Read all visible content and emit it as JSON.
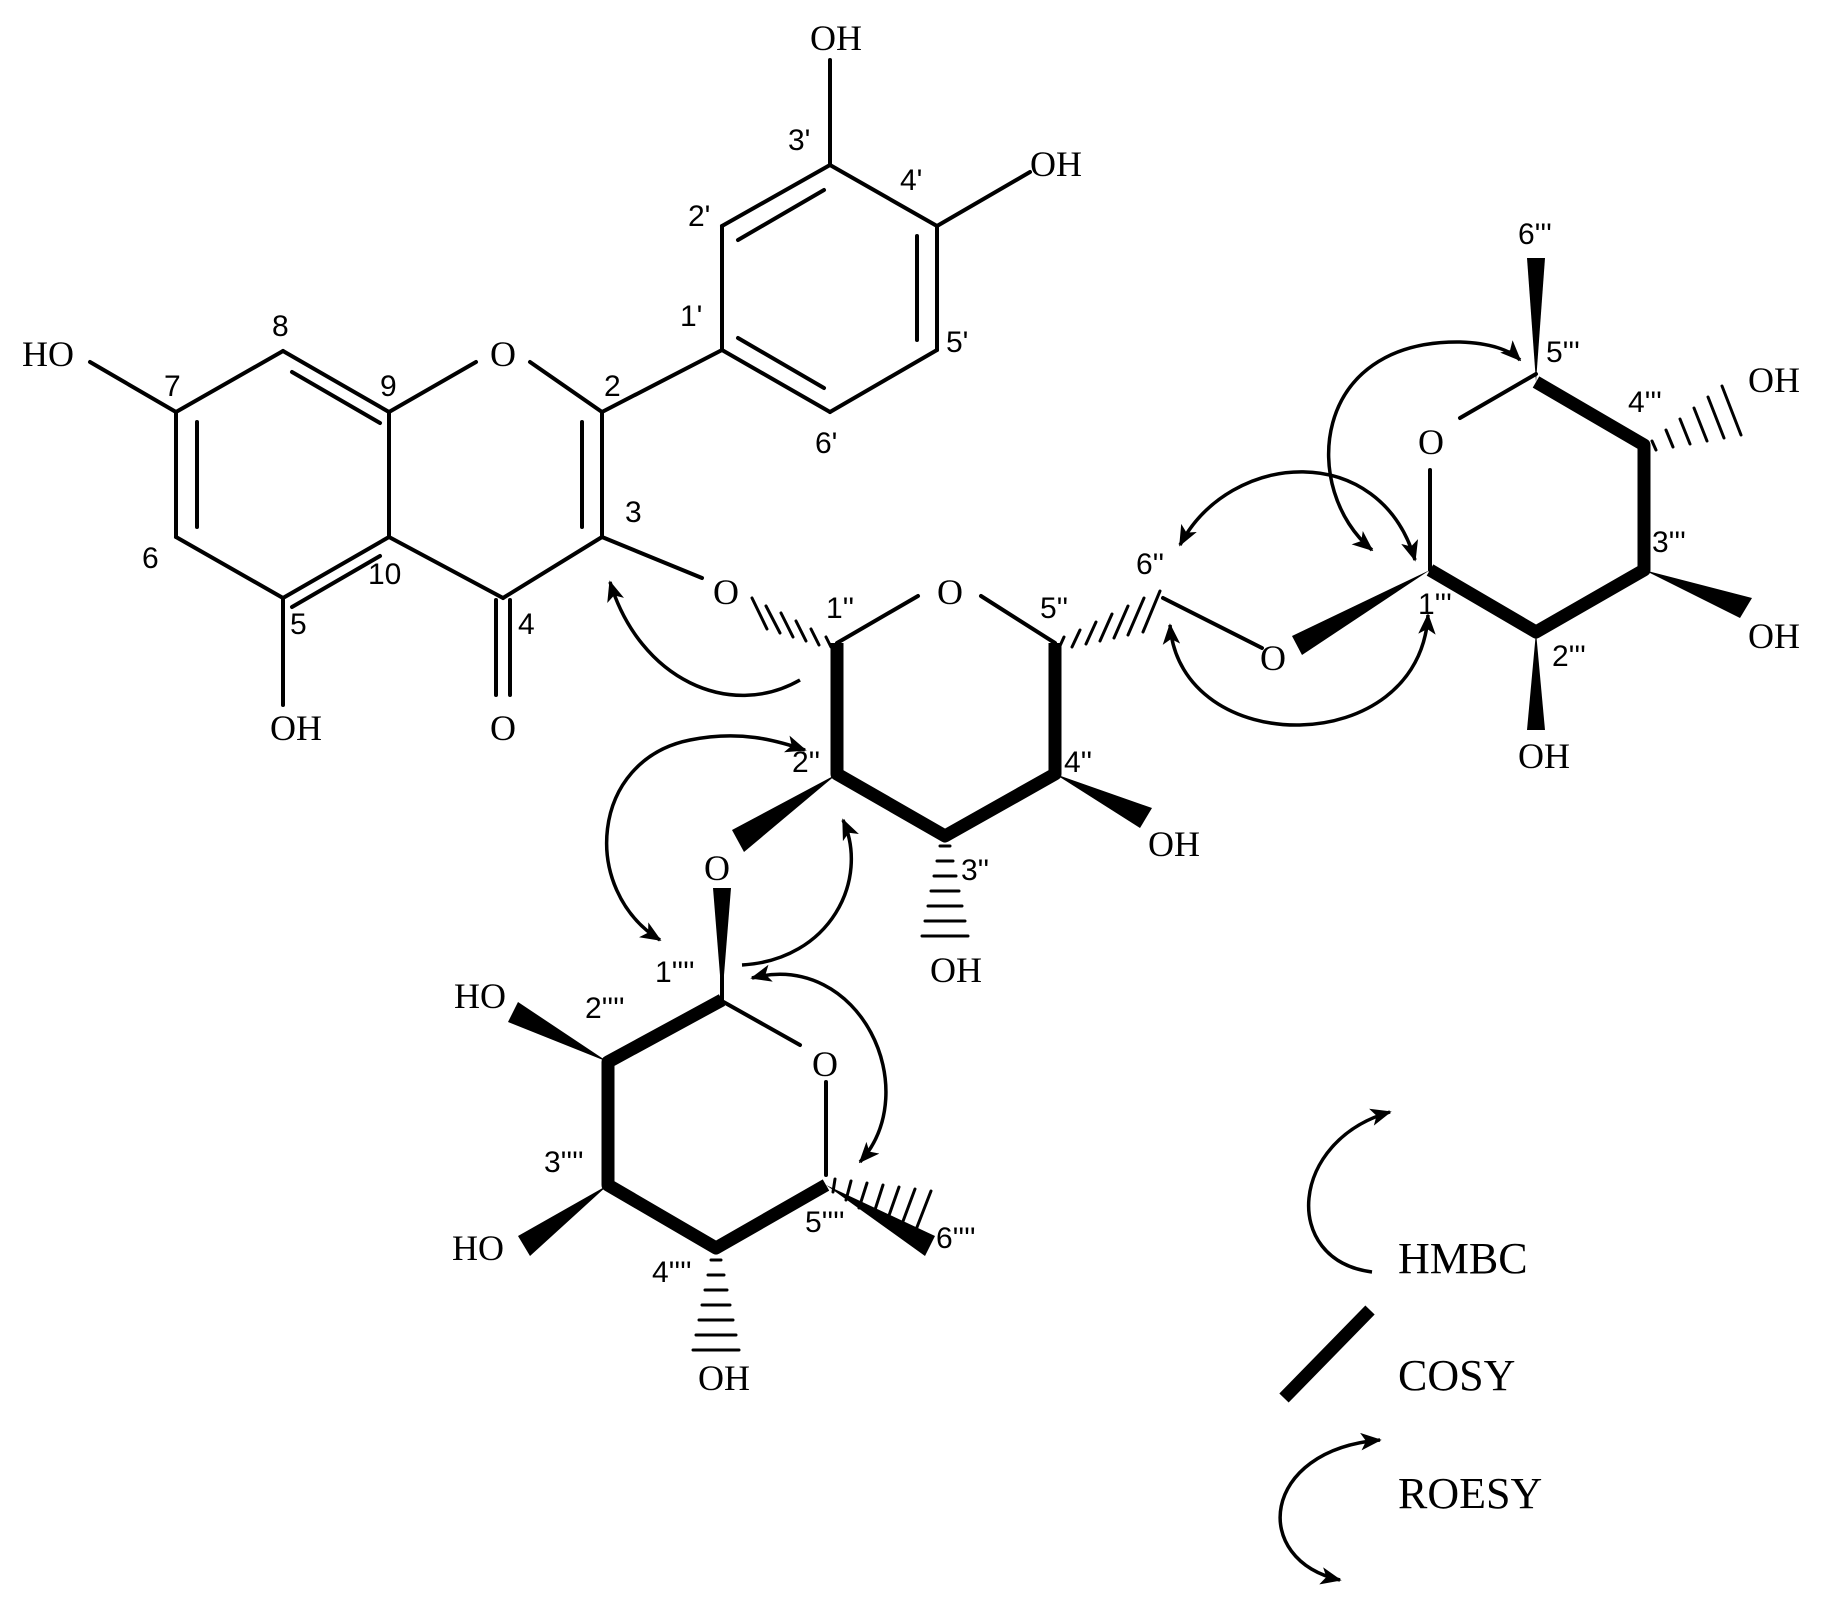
{
  "molecule": {
    "atoms": {
      "oh_3p": "OH",
      "oh_4p": "OH",
      "oh_7": "HO",
      "o1": "O",
      "oh_5": "OH",
      "o_c4": "O",
      "o3": "O",
      "o_ring_glc": "O",
      "oh_3pp": "OH",
      "oh_4pp": "OH",
      "o_2pp": "O",
      "o_6pp": "O",
      "o_ring_rha1": "O",
      "oh_4ppp": "OH",
      "oh_3ppp": "OH",
      "oh_2ppp": "OH",
      "oh_2pppp": "HO",
      "o_ring_rha2": "O",
      "oh_3pppp": "HO",
      "oh_4pppp": "OH"
    },
    "positions": {
      "p3p": "3'",
      "p4p": "4'",
      "p2p": "2'",
      "p1p": "1'",
      "p5p": "5'",
      "p6p": "6'",
      "p8": "8",
      "p7": "7",
      "p9": "9",
      "p2": "2",
      "p3": "3",
      "p6": "6",
      "p10": "10",
      "p5": "5",
      "p4": "4",
      "p1pp": "1''",
      "p5pp": "5''",
      "p6pp": "6''",
      "p2pp": "2''",
      "p4pp": "4''",
      "p3pp": "3''",
      "p6ppp": "6'''",
      "p5ppp": "5'''",
      "p4ppp": "4'''",
      "p3ppp": "3'''",
      "p2ppp": "2'''",
      "p1ppp": "1'''",
      "p1pppp": "1''''",
      "p2pppp": "2''''",
      "p3pppp": "3''''",
      "p4pppp": "4''''",
      "p5pppp": "5''''",
      "p6pppp": "6''''"
    }
  },
  "legend": {
    "hmbc": "HMBC",
    "cosy": "COSY",
    "roesy": "ROESY"
  }
}
